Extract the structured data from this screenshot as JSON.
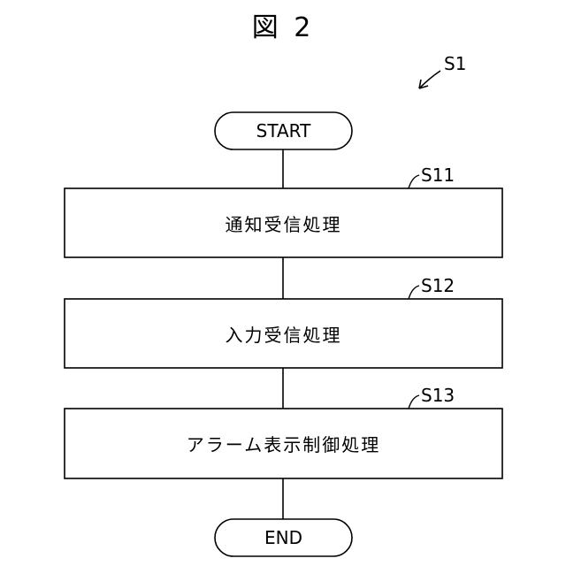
{
  "figure": {
    "title": "図 2",
    "ref": "S1"
  },
  "flow": {
    "start": "START",
    "end": "END",
    "steps": [
      {
        "ref": "S11",
        "label": "通知受信処理"
      },
      {
        "ref": "S12",
        "label": "入力受信処理"
      },
      {
        "ref": "S13",
        "label": "アラーム表示制御処理"
      }
    ]
  }
}
